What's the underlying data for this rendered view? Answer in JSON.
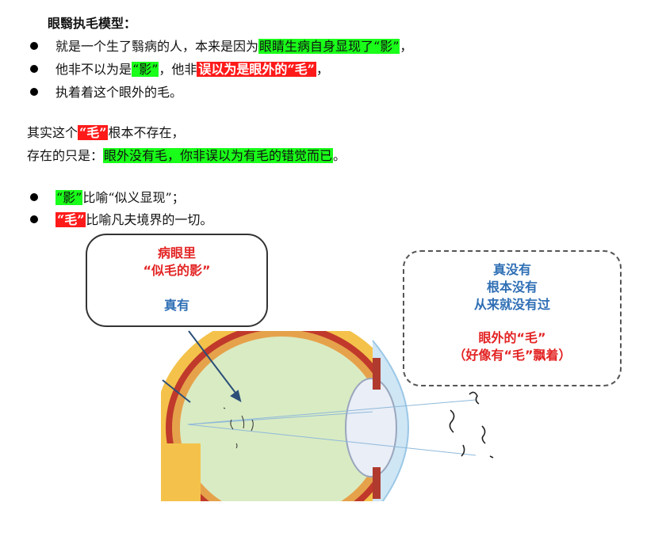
{
  "title": "眼翳执毛模型：",
  "bullets1": [
    {
      "plain1": "就是一个生了翳病的人，本来是因为",
      "green": "眼睛生病自身显现了“影”",
      "plain2": "，"
    },
    {
      "plain1": "他非不以为是",
      "green": "“影”",
      "plain2": "，他非",
      "red": "误以为是眼外的“毛”",
      "plain3": "，"
    },
    {
      "plain1": "执着着这个眼外的毛。"
    }
  ],
  "para": {
    "line1_a": "其实这个",
    "line1_red": "“毛”",
    "line1_b": "根本不存在，",
    "line2_a": "存在的只是：",
    "line2_green": "眼外没有毛，你非误以为有毛的错觉而已",
    "line2_b": "。"
  },
  "bullets2": [
    {
      "tag": "“影”",
      "text": "比喻“似义显现”；"
    },
    {
      "tag": "“毛”",
      "text": "比喻凡夫境界的一切。"
    }
  ],
  "box_left": {
    "line1": "病眼里",
    "line2": "“似毛的影”",
    "line3": "真有"
  },
  "box_right": {
    "line1": "真没有",
    "line2": "根本没有",
    "line3": "从来就没有过",
    "line4": "眼外的“毛”",
    "line5": "（好像有“毛”飘着）"
  },
  "colors": {
    "green_highlight": "#19ff19",
    "red_highlight": "#ff1a1a",
    "blue_text": "#2f6fb5",
    "red_text": "#e32424"
  }
}
